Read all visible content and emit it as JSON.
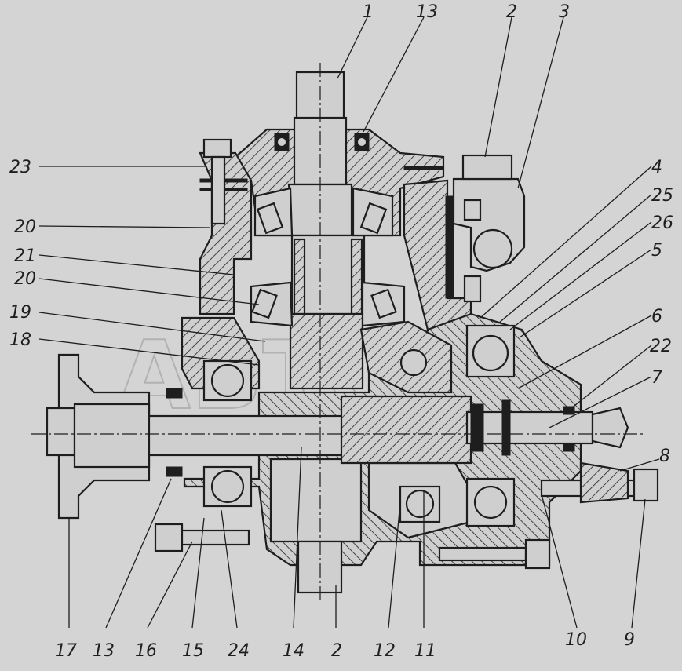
{
  "labels": {
    "l1": "1",
    "l13top": "13",
    "l2top": "2",
    "l3": "3",
    "l4": "4",
    "l25": "25",
    "l26": "26",
    "l5": "5",
    "l6": "6",
    "l22": "22",
    "l7": "7",
    "l8": "8",
    "l23": "23",
    "l20a": "20",
    "l21": "21",
    "l20b": "20",
    "l19": "19",
    "l18": "18",
    "l17": "17",
    "l13bot": "13",
    "l16": "16",
    "l15": "15",
    "l24": "24",
    "l14": "14",
    "l2bot": "2",
    "l12": "12",
    "l11": "11",
    "l10": "10",
    "l9": "9"
  },
  "watermark": "АВТО"
}
